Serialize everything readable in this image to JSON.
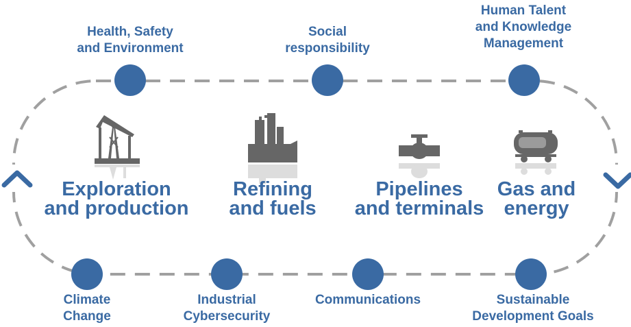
{
  "top_topics": [
    {
      "lines": [
        "Health, Safety",
        "and Environment"
      ]
    },
    {
      "lines": [
        "Social",
        "responsibility"
      ]
    },
    {
      "lines": [
        "Human Talent",
        "and Knowledge",
        "Management"
      ]
    }
  ],
  "bottom_topics": [
    {
      "lines": [
        "Climate",
        "Change"
      ]
    },
    {
      "lines": [
        "Industrial",
        "Cybersecurity"
      ]
    },
    {
      "lines": [
        "Communications"
      ]
    },
    {
      "lines": [
        "Sustainable",
        "Development Goals"
      ]
    }
  ],
  "business_lines": [
    {
      "icon": "oil-pump-icon",
      "lines": [
        "Exploration",
        "and production"
      ]
    },
    {
      "icon": "refinery-icon",
      "lines": [
        "Refining",
        "and fuels"
      ]
    },
    {
      "icon": "pipeline-valve-icon",
      "lines": [
        "Pipelines",
        "and terminals"
      ]
    },
    {
      "icon": "tanker-truck-icon",
      "lines": [
        "Gas and",
        "energy"
      ]
    }
  ],
  "colors": {
    "accent": "#3a6aa3",
    "icon": "#666666",
    "reflection": "#dddddd",
    "dashed_loop": "#a0a0a0"
  }
}
